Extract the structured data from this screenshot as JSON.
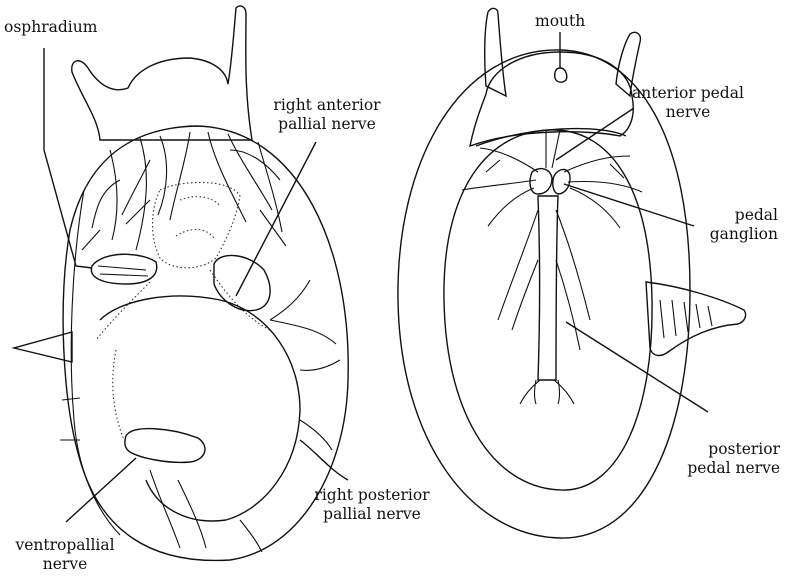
{
  "labels": {
    "osphradium": "osphradium",
    "right_anterior_pallial_nerve": [
      "right anterior",
      "pallial nerve"
    ],
    "mouth": "mouth",
    "anterior_pedal_nerve": [
      "anterior pedal",
      "nerve"
    ],
    "pedal_ganglion": [
      "pedal",
      "ganglion"
    ],
    "posterior_pedal_nerve": [
      "posterior",
      "pedal nerve"
    ],
    "right_posterior_pallial_nerve": [
      "right posterior",
      "pallial nerve"
    ],
    "ventropallial_nerve": [
      "ventropallial",
      "nerve"
    ]
  }
}
